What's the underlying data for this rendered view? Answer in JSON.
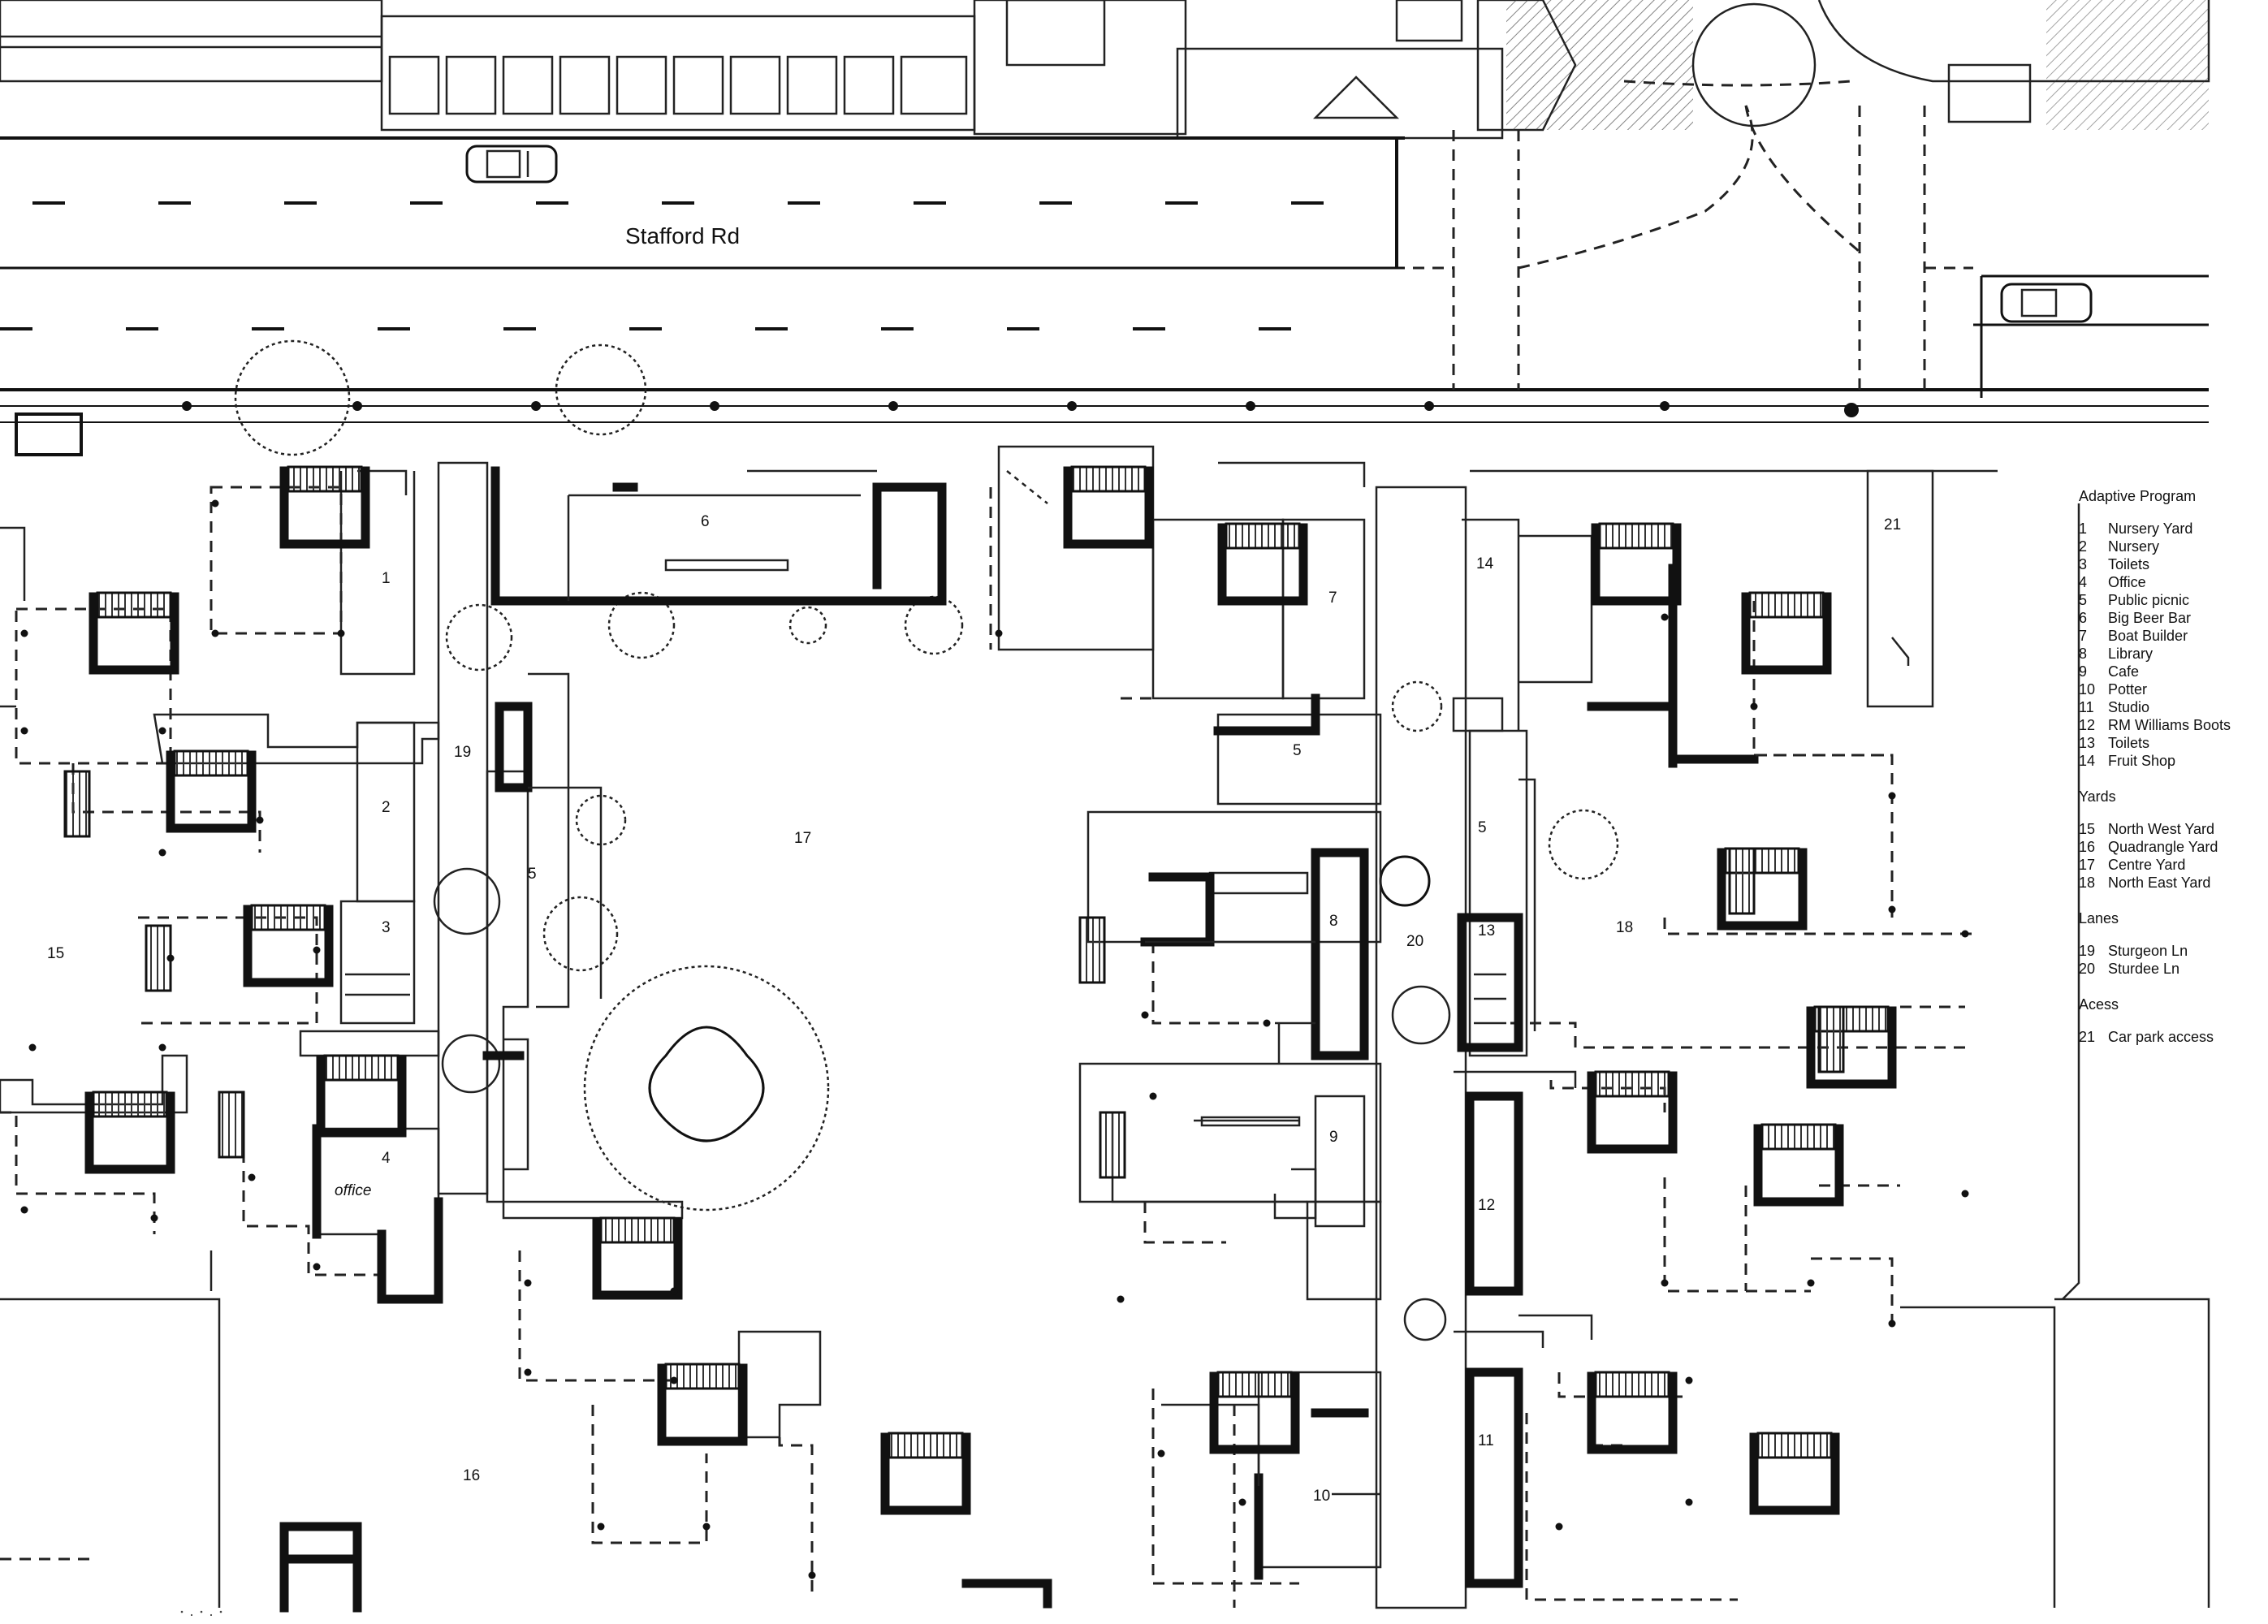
{
  "road": {
    "name": "Stafford Rd"
  },
  "legend": {
    "sections": [
      {
        "title": "Adaptive Program",
        "items": [
          {
            "num": "1",
            "label": "Nursery Yard"
          },
          {
            "num": "2",
            "label": "Nursery"
          },
          {
            "num": "3",
            "label": "Toilets"
          },
          {
            "num": "4",
            "label": "Office"
          },
          {
            "num": "5",
            "label": "Public picnic"
          },
          {
            "num": "6",
            "label": "Big Beer Bar"
          },
          {
            "num": "7",
            "label": "Boat Builder"
          },
          {
            "num": "8",
            "label": "Library"
          },
          {
            "num": "9",
            "label": "Cafe"
          },
          {
            "num": "10",
            "label": "Potter"
          },
          {
            "num": "11",
            "label": "Studio"
          },
          {
            "num": "12",
            "label": "RM Williams Boots"
          },
          {
            "num": "13",
            "label": "Toilets"
          },
          {
            "num": "14",
            "label": "Fruit Shop"
          }
        ]
      },
      {
        "title": "Yards",
        "items": [
          {
            "num": "15",
            "label": "North West Yard"
          },
          {
            "num": "16",
            "label": "Quadrangle Yard"
          },
          {
            "num": "17",
            "label": "Centre Yard"
          },
          {
            "num": "18",
            "label": "North East Yard"
          }
        ]
      },
      {
        "title": "Lanes",
        "items": [
          {
            "num": "19",
            "label": "Sturgeon Ln"
          },
          {
            "num": "20",
            "label": "Sturdee Ln"
          }
        ]
      },
      {
        "title": "Acess",
        "items": [
          {
            "num": "21",
            "label": "Car park access"
          }
        ]
      }
    ]
  },
  "plan_labels": {
    "l1": "1",
    "l2": "2",
    "l3": "3",
    "l4": "4",
    "l5a": "5",
    "l5b": "5",
    "l5c": "5",
    "l6": "6",
    "l7": "7",
    "l8": "8",
    "l9": "9",
    "l10": "10",
    "l11": "11",
    "l12": "12",
    "l13": "13",
    "l14": "14",
    "l15": "15",
    "l16": "16",
    "l17": "17",
    "l18": "18",
    "l19": "19",
    "l20": "20",
    "l21": "21"
  },
  "handwritten": {
    "office": "office"
  }
}
